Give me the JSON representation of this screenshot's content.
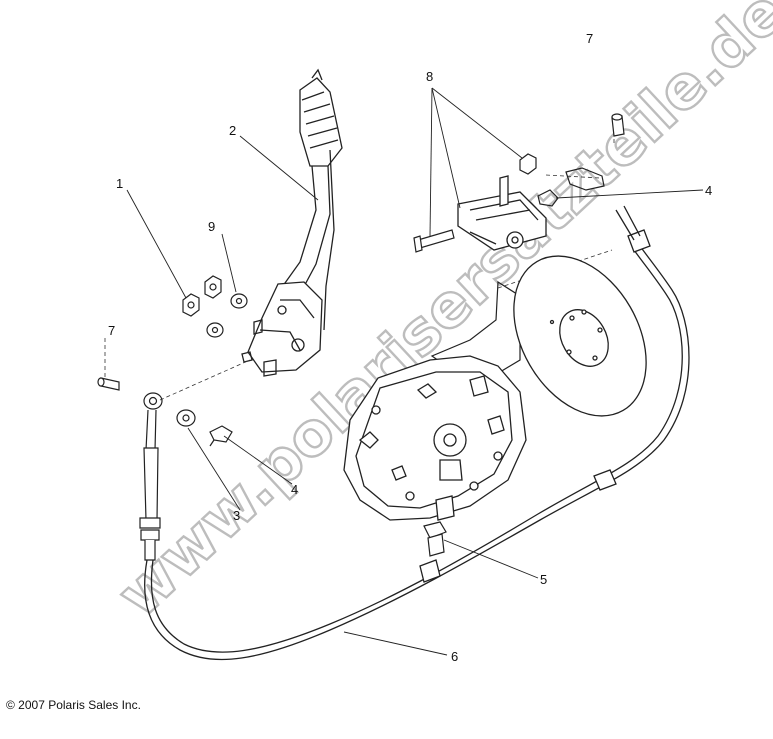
{
  "diagram": {
    "watermark": "www.polarisersatzteile.de",
    "copyright": "© 2007 Polaris Sales Inc.",
    "callouts": [
      "1",
      "2",
      "3",
      "4",
      "4",
      "5",
      "6",
      "7",
      "7",
      "8",
      "9"
    ]
  }
}
